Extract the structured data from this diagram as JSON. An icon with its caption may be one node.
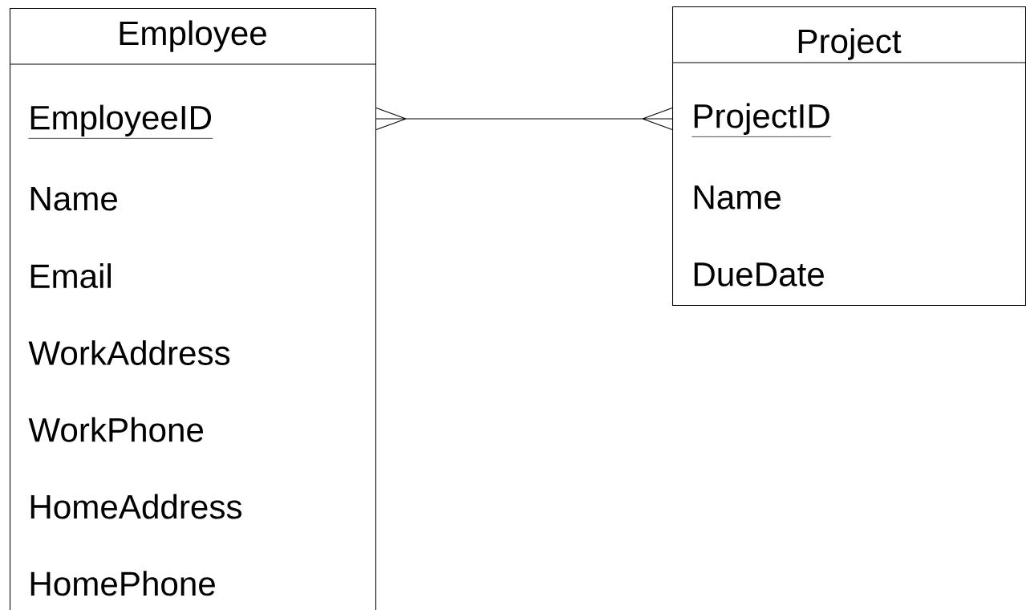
{
  "diagram": {
    "nodes": [
      {
        "text": [
          "Employee",
          "EmployeeID",
          "Name",
          "Email",
          "WorkAddress",
          "WorkPhone",
          "HomeAddress",
          "HomePhone"
        ]
      },
      {
        "text": [
          "Project",
          "ProjectID",
          "Name",
          "DueDate"
        ]
      }
    ],
    "edges": [
      {
        "from": 0,
        "to": 1,
        "arrow": "other"
      }
    ]
  }
}
